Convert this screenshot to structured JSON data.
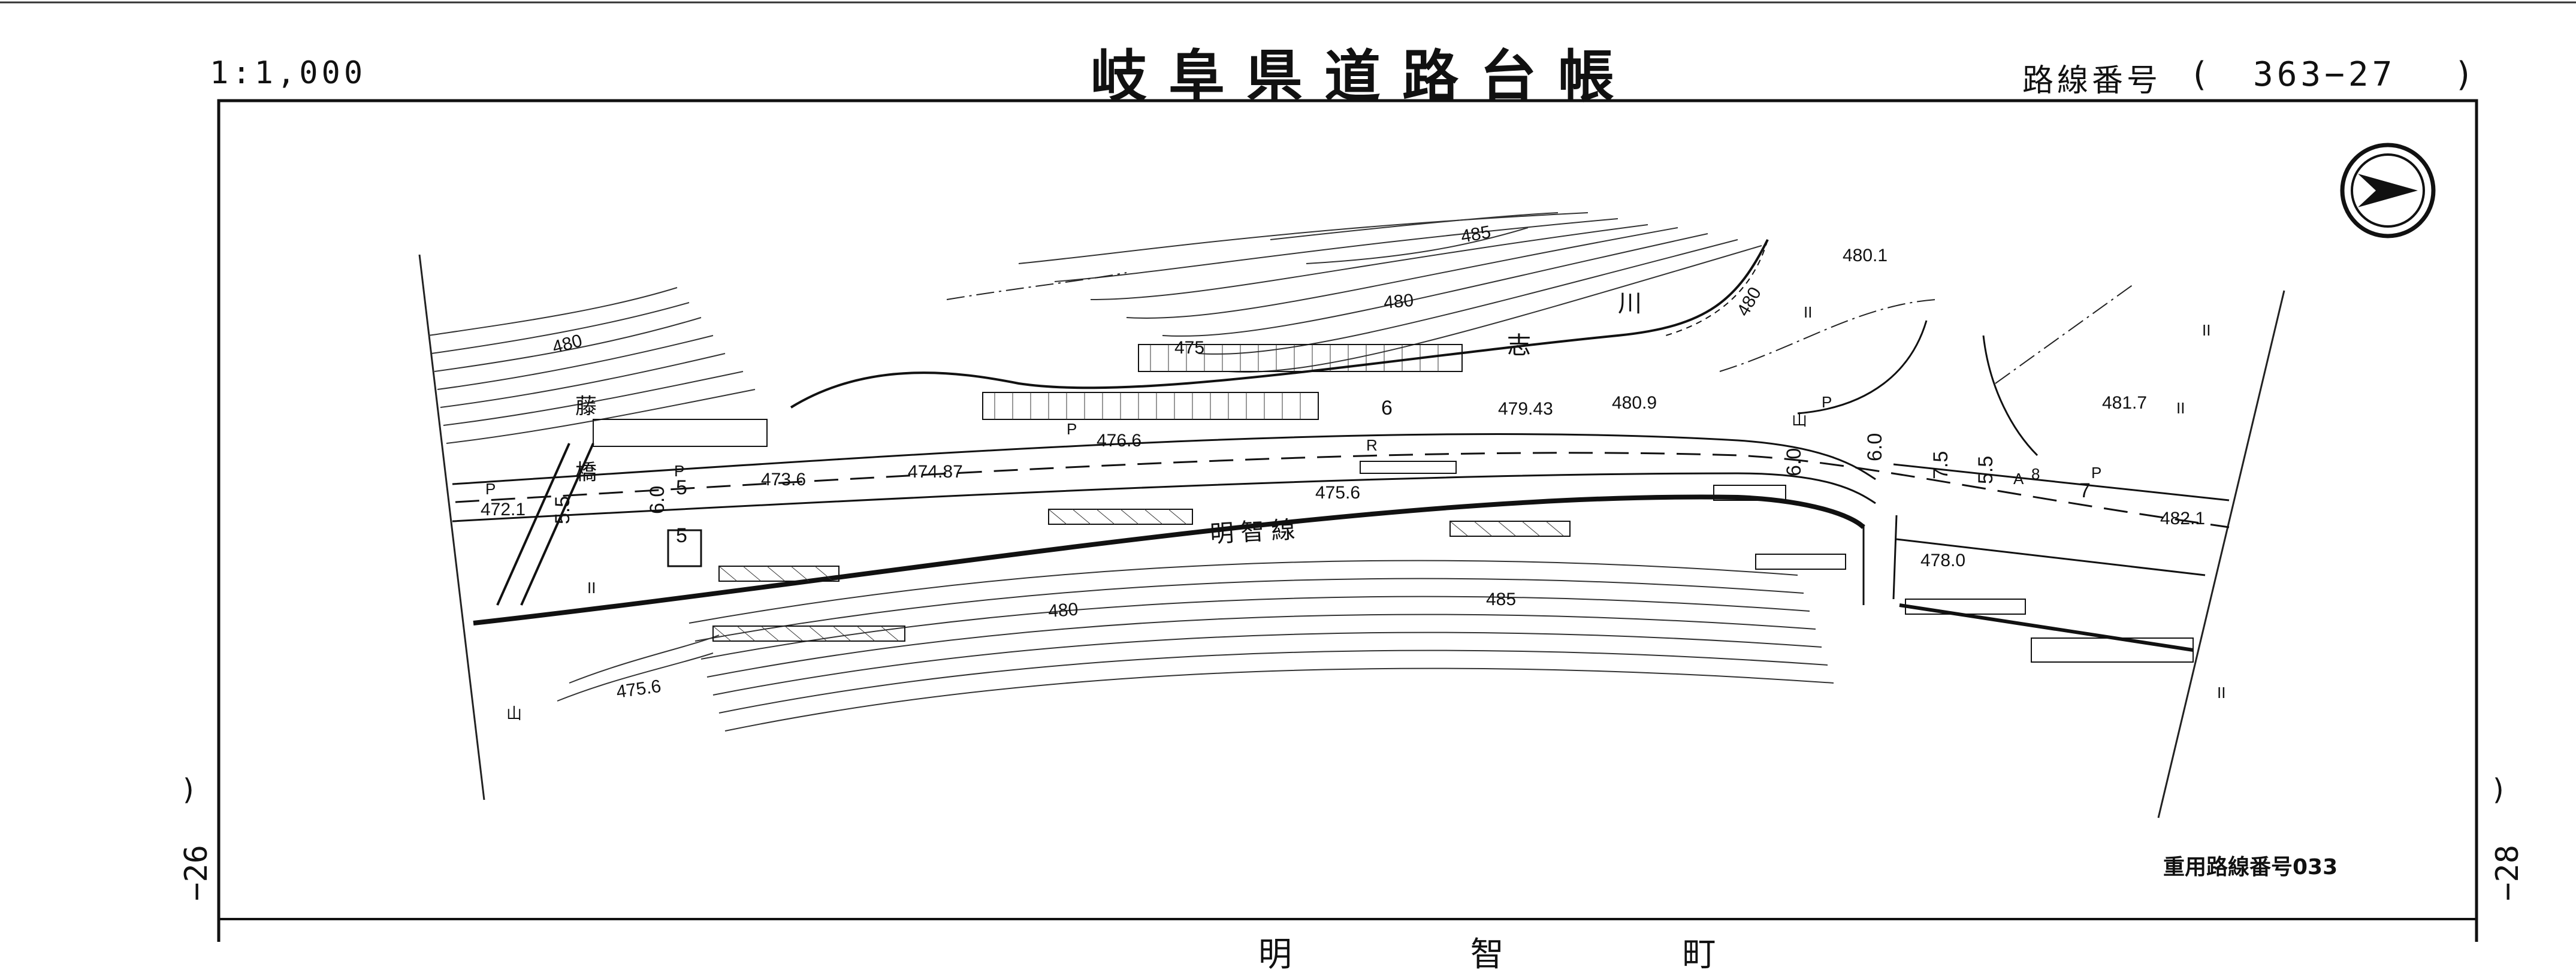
{
  "header": {
    "scale": "1:1,000",
    "title": "岐阜県道路台帳",
    "route_label": "路線番号",
    "route_open": "(",
    "route_number": "363−27",
    "route_close": ")"
  },
  "margins": {
    "left_paren": ")",
    "left_sheet": "−26",
    "right_paren": ")",
    "right_sheet": "−28"
  },
  "footer": {
    "important_route": "重用路線番号033",
    "town": "明 智 町"
  },
  "map": {
    "road_name": "明 智 線",
    "river_name_a": "志",
    "river_name_b": "川",
    "bridge_name_a": "藤",
    "bridge_name_b": "橋",
    "contours": [
      "480",
      "485",
      "480",
      "475",
      "480",
      "480",
      "485",
      "475.6"
    ],
    "elevations": [
      "480.1",
      "481.7",
      "479.43",
      "480.9",
      "476.6",
      "474.87",
      "473.6",
      "472.1",
      "475.6",
      "482.1",
      "478.0"
    ],
    "widths": [
      "6",
      "5",
      "6.0",
      "5.5",
      "5",
      "6.0",
      "6.0",
      "7.5",
      "5.5",
      "7"
    ],
    "marks": [
      "P",
      "P",
      "P",
      "R",
      "P",
      "P",
      "A",
      "8",
      "II",
      "II",
      "II",
      "II",
      "II",
      "山",
      "山"
    ],
    "north_arrow": "north-arrow-icon"
  }
}
